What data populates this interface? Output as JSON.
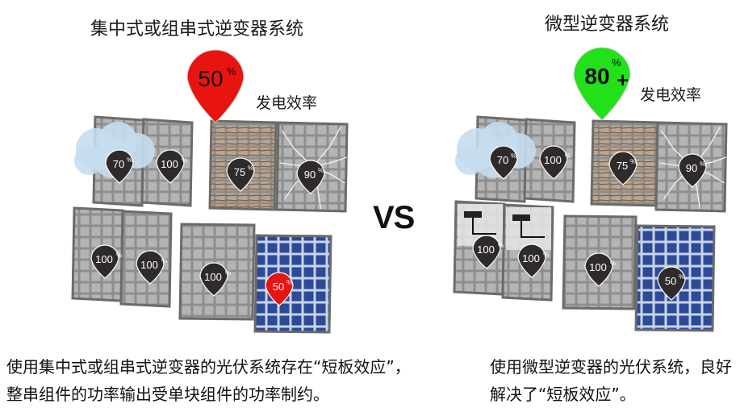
{
  "left": {
    "title": "集中式或组串式逆变器系统",
    "efficiency_value": "50",
    "efficiency_unit": "%",
    "efficiency_label": "发电效率",
    "efficiency_color": "#e8140f",
    "panels": [
      {
        "value": "70",
        "shaded": "cloud"
      },
      {
        "value": "100",
        "shaded": "cloud"
      },
      {
        "value": "75",
        "shaded": "dirt"
      },
      {
        "value": "90",
        "shaded": "cracked"
      },
      {
        "value": "100",
        "shaded": "none"
      },
      {
        "value": "100",
        "shaded": "none"
      },
      {
        "value": "100",
        "shaded": "none"
      },
      {
        "value": "50",
        "shaded": "blue-panel"
      }
    ],
    "caption": "使用集中式或组串式逆变器的光伏系统存在“短板效应”，整串组件的功率输出受单块组件的功率制约。"
  },
  "vs": "VS",
  "right": {
    "title": "微型逆变器系统",
    "efficiency_value": "80",
    "efficiency_unit": "%",
    "efficiency_plus": "+",
    "efficiency_label": "发电效率",
    "efficiency_color": "#22e01a",
    "panels": [
      {
        "value": "70",
        "shaded": "cloud"
      },
      {
        "value": "100",
        "shaded": "cloud"
      },
      {
        "value": "75",
        "shaded": "dirt"
      },
      {
        "value": "90",
        "shaded": "cracked"
      },
      {
        "value": "100",
        "shaded": "micro-inverter"
      },
      {
        "value": "100",
        "shaded": "micro-inverter"
      },
      {
        "value": "100",
        "shaded": "none"
      },
      {
        "value": "50",
        "shaded": "blue-panel"
      }
    ],
    "caption": "使用微型逆变器的光伏系统，良好解决了“短板效应”。"
  },
  "percent_sign": "%"
}
